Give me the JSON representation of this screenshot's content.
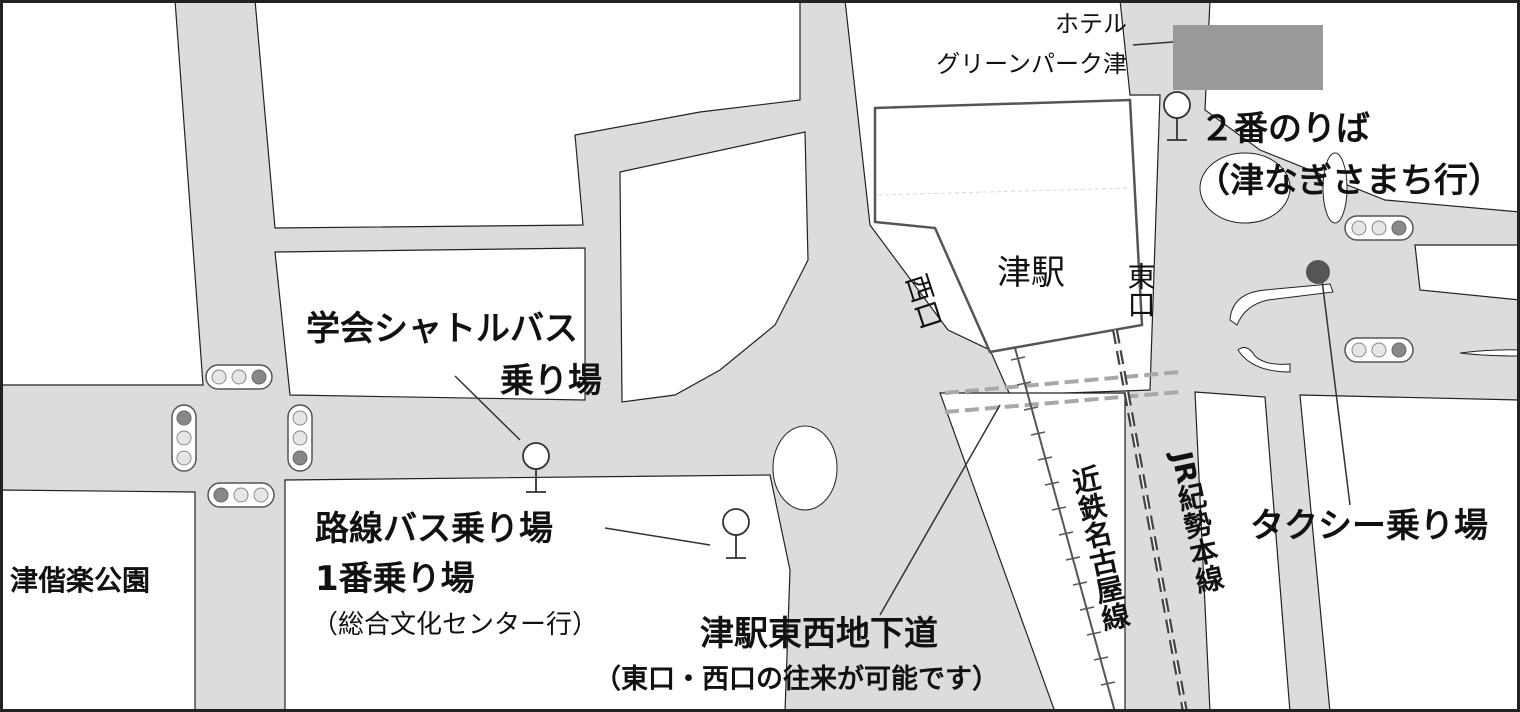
{
  "colors": {
    "road": "#dcdcdc",
    "block": "#ffffff",
    "border": "#222222",
    "building_fill": "#999999",
    "light_off": "#e6e6e6",
    "light_on": "#888888",
    "taxi_marker": "#555555",
    "underpass": "#a8a8a8",
    "rail_kintetsu": "#777777",
    "rail_jr": "#444444"
  },
  "labels": {
    "hotel_line1": "ホテル",
    "hotel_line2": "グリーンパーク津",
    "stop2_line1": "２番のりば",
    "stop2_line2": "（津なぎさまち行）",
    "station": "津駅",
    "east_exit": "東口",
    "west_exit": "西口",
    "shuttle_line1": "学会シャトルバス",
    "shuttle_line2": "乗り場",
    "route_bus_line1": "路線バス乗り場",
    "route_bus_line2": "1番乗り場",
    "route_bus_line3": "（総合文化センター行）",
    "park": "津偕楽公園",
    "underpass_line1": "津駅東西地下道",
    "underpass_line2": "（東口・西口の往来が可能です）",
    "kintetsu_line": "近鉄名古屋線",
    "jr_line": "JR紀勢本線",
    "taxi": "タクシー乗り場"
  },
  "icons": {
    "bus_stop": "bus-stop-icon",
    "traffic_light": "traffic-signal-icon",
    "taxi_stand": "taxi-stand-marker-icon"
  }
}
